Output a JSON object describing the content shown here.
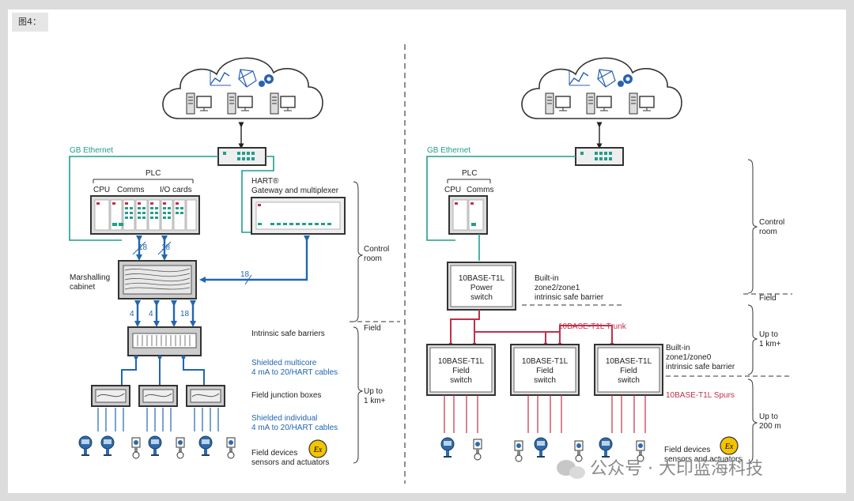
{
  "figure_tag": "图4：",
  "left": {
    "gb_ethernet": "GB Ethernet",
    "plc": "PLC",
    "cpu": "CPU",
    "comms": "Comms",
    "io_cards": "I/O cards",
    "hart_line1": "HART®",
    "hart_line2": "Gateway and multiplexer",
    "marshalling_line1": "Marshalling",
    "marshalling_line2": "cabinet",
    "arrow_count_18": "18",
    "arrow_count_4": "4",
    "intrinsic_safe_barriers": "Intrinsic safe barriers",
    "multicore_line1": "Shielded multicore",
    "multicore_line2": "4 mA to 20/HART cables",
    "junction_boxes": "Field junction boxes",
    "individual_line1": "Shielded individual",
    "individual_line2": "4 mA to 20/HART cables",
    "field_devices_line1": "Field devices",
    "field_devices_line2": "sensors and actuators",
    "zone_control_line1": "Control",
    "zone_control_line2": "room",
    "zone_field": "Field",
    "zone_up1": "Up to",
    "zone_up2": "1 km+",
    "ex_symbol": "Ex"
  },
  "right": {
    "gb_ethernet": "GB Ethernet",
    "plc": "PLC",
    "cpu": "CPU",
    "comms": "Comms",
    "power_switch_line1": "10BASE-T1L",
    "power_switch_line2": "Power",
    "power_switch_line3": "switch",
    "builtin1_line1": "Built-in",
    "builtin1_line2": "zone2/zone1",
    "builtin1_line3": "intrinsic safe barrier",
    "trunk": "10BASE-T1L Trunk",
    "field_switch_line1": "10BASE-T1L",
    "field_switch_line2": "Field",
    "field_switch_line3": "switch",
    "builtin2_line1": "Built-in",
    "builtin2_line2": "zone1/zone0",
    "builtin2_line3": "intrinsic safe barrier",
    "spurs": "10BASE-T1L Spurs",
    "field_devices_line1": "Field devices",
    "field_devices_line2": "sensors and actuators",
    "zone_control_line1": "Control",
    "zone_control_line2": "room",
    "zone_field": "Field",
    "zone_up1_line1": "Up to",
    "zone_up1_line2": "1 km+",
    "zone_up2_line1": "Up to",
    "zone_up2_line2": "200 m",
    "ex_symbol": "Ex"
  },
  "watermark": "公众号 · 大印蓝海科技",
  "colors": {
    "teal": "#1f9e8c",
    "blue": "#2266b0",
    "red": "#c0304a"
  }
}
